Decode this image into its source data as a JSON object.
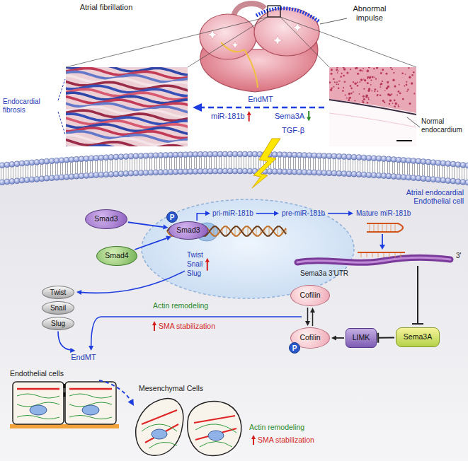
{
  "diagram": {
    "nodes": [
      {
        "text": [
          "Smad3"
        ]
      },
      {
        "text": [
          "Smad4"
        ]
      },
      {
        "text": [
          "Smad3"
        ]
      },
      {
        "text": [
          "P"
        ]
      },
      {
        "text": [
          "Twist"
        ]
      },
      {
        "text": [
          "Snail"
        ]
      },
      {
        "text": [
          "Slug"
        ]
      },
      {
        "text": [
          "Cofilin"
        ]
      },
      {
        "text": [
          "Cofilin"
        ]
      },
      {
        "text": [
          "P"
        ]
      },
      {
        "text": [
          "LIMK"
        ]
      },
      {
        "text": [
          "Sema3A"
        ]
      }
    ],
    "edges": [
      {
        "from": 0,
        "to": 2,
        "arrow": "to"
      },
      {
        "from": 1,
        "to": 2,
        "arrow": "to"
      },
      {
        "from": 7,
        "to": 8,
        "arrow": "both"
      },
      {
        "from": 10,
        "to": 8,
        "arrow": "to"
      },
      {
        "from": 11,
        "to": 10,
        "arrow": "to"
      }
    ],
    "labels": [
      "Atrial fibrillation",
      "Abnormal impulse",
      "Endocardial fibrosis",
      "EndMT",
      "Normal endocardium",
      "miR-181b",
      "Sema3A",
      "TGF-β",
      "Atrial endocardial Endothelial cell",
      "pri-miR-181b",
      "pre-miR-181b",
      "Mature miR-181b",
      "Twist",
      "Snail",
      "Slug",
      "Sema3a 3'UTR",
      "3'",
      "Actin remodeling",
      "SMA stabilization",
      "EndMT",
      "Endothelial cells",
      "Mesenchymal Cells",
      "Actin remodeling",
      "SMA stabilization"
    ]
  }
}
